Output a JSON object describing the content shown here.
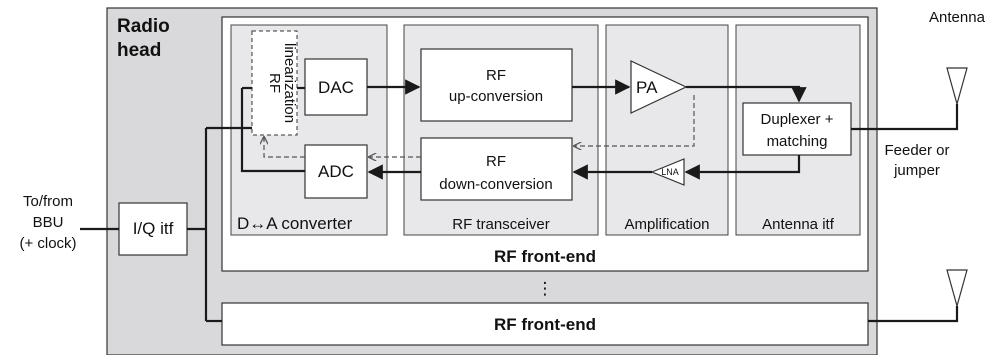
{
  "radio_head": {
    "title_line1": "Radio",
    "title_line2": "head"
  },
  "bbu": {
    "line1": "To/from",
    "line2": "BBU",
    "line3": "(+ clock)"
  },
  "iq_itf": "I/Q itf",
  "rf_front_end": {
    "label": "RF front-end",
    "sections": {
      "converter": "D↔A  converter",
      "transceiver": "RF transceiver",
      "amplification": "Amplification",
      "antenna_itf": "Antenna itf"
    },
    "blocks": {
      "rf_linearization_line1": "RF",
      "rf_linearization_line2": "linearization",
      "dac": "DAC",
      "adc": "ADC",
      "up_conversion_line1": "RF",
      "up_conversion_line2": "up-conversion",
      "down_conversion_line1": "RF",
      "down_conversion_line2": "down-conversion",
      "pa": "PA",
      "lna": "LNA",
      "duplexer_line1": "Duplexer +",
      "duplexer_line2": "matching"
    }
  },
  "ellipsis": "⋮",
  "rf_front_end_2": {
    "label": "RF front-end"
  },
  "antenna": {
    "label": "Antenna"
  },
  "feeder": {
    "line1": "Feeder or",
    "line2": "jumper"
  },
  "colors": {
    "radio_head_fill": "#d9d9db",
    "section_fill": "#e8e8ea",
    "block_fill": "#ffffff",
    "line": "#1a1a1a",
    "dashed": "#555555"
  }
}
